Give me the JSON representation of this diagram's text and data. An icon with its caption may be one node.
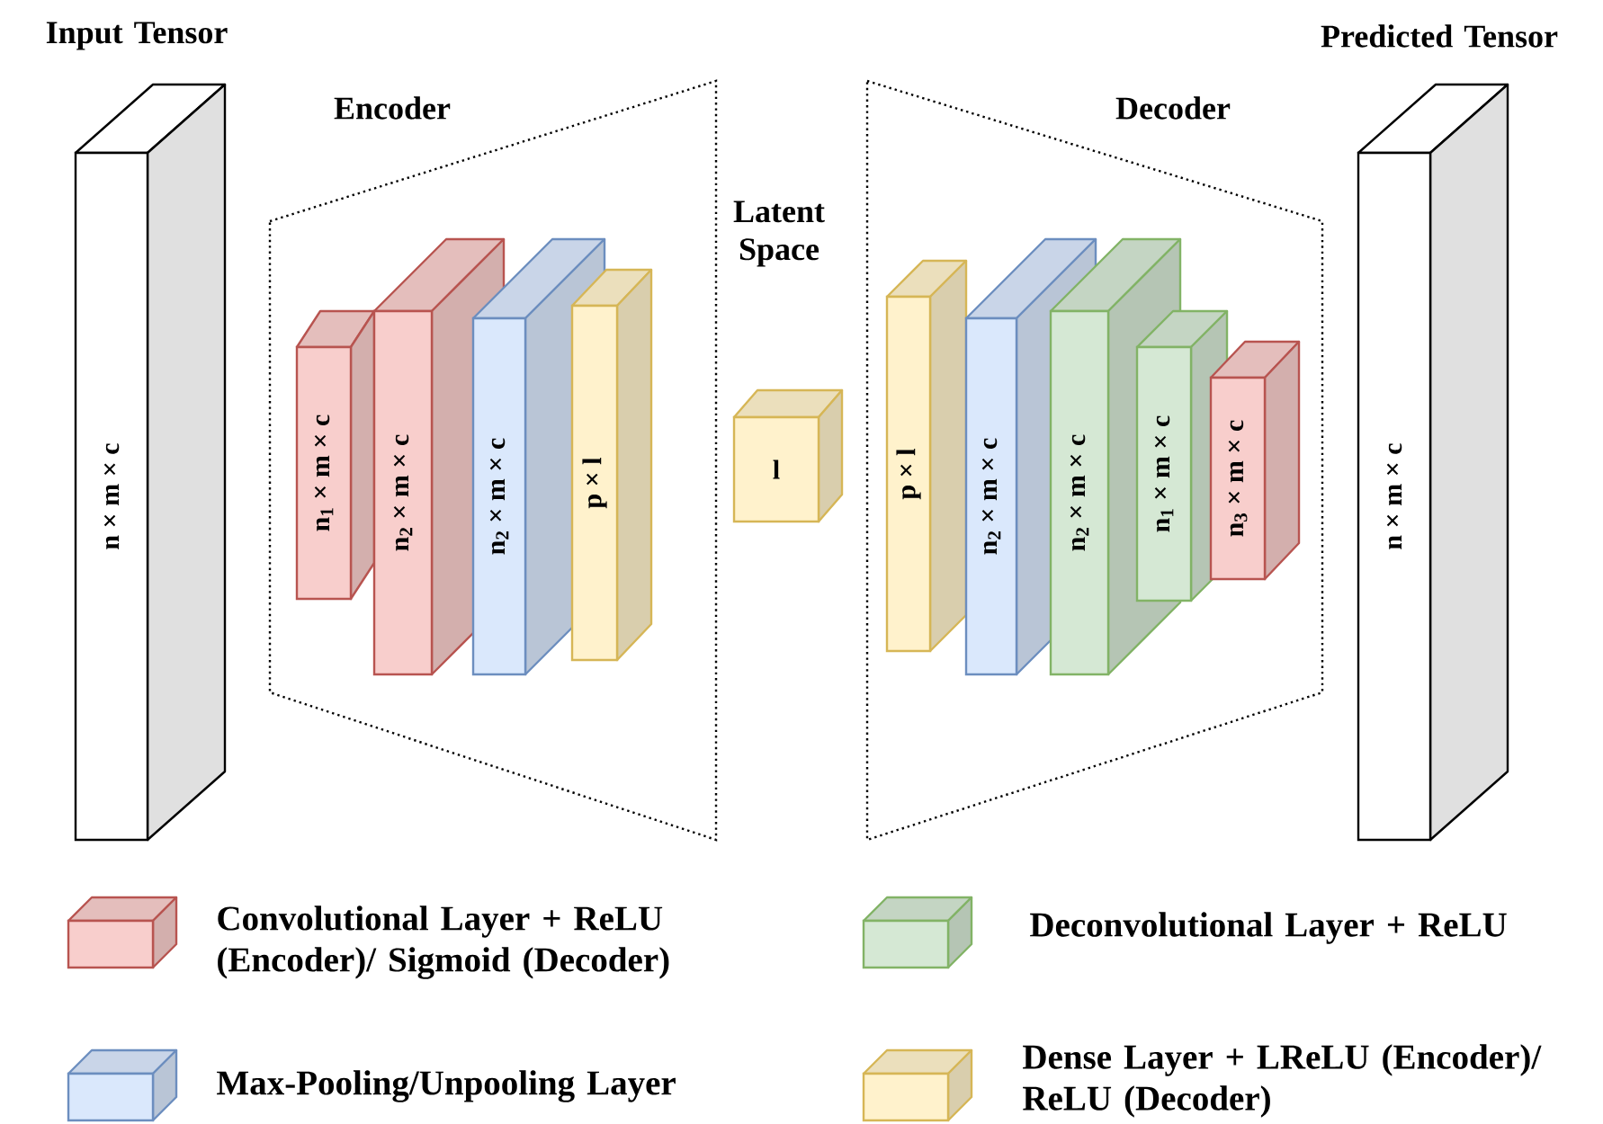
{
  "diagram": {
    "nodes": [
      {
        "text": [
          "Input Tensor",
          "n × m × c"
        ]
      },
      {
        "text": [
          "Encoder"
        ]
      },
      {
        "text": [
          "n$_{1}$ × m × c"
        ],
        "in": 1
      },
      {
        "text": [
          "n$_{2}$ × m × c"
        ],
        "in": 1
      },
      {
        "text": [
          "n$_{2}$ × m × c"
        ],
        "in": 1
      },
      {
        "text": [
          "p × l"
        ],
        "in": 1
      },
      {
        "text": [
          "l"
        ]
      },
      {
        "text": [
          "Decoder"
        ]
      },
      {
        "text": [
          "p × l"
        ],
        "in": 7
      },
      {
        "text": [
          "n$_{2}$ × m × c"
        ],
        "in": 7
      },
      {
        "text": [
          "n$_{2}$ × m × c"
        ],
        "in": 7
      },
      {
        "text": [
          "n$_{1}$ × m × c"
        ],
        "in": 7
      },
      {
        "text": [
          "n$_{3}$ × m × c"
        ],
        "in": 7
      },
      {
        "text": [
          "Predicted Tensor",
          "n × m × c"
        ]
      }
    ],
    "labels": [
      "Latent Space"
    ],
    "legend": [
      {
        "text": "Convolutional Layer + ReLU (Encoder)/ Sigmoid (Decoder)",
        "color": "#f8cecc"
      },
      {
        "text": "Deconvolutional Layer + ReLU",
        "color": "#d5e8d4"
      },
      {
        "text": "Max-Pooling/Unpooling Layer",
        "color": "#dae8fc"
      },
      {
        "text": "Dense Layer + LReLU (Encoder)/ ReLU (Decoder)",
        "color": "#fff2cc"
      }
    ]
  }
}
